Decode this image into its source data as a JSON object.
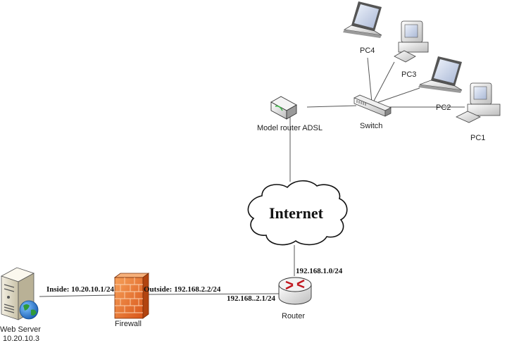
{
  "diagram": {
    "nodes": {
      "pc4": {
        "label": "PC4",
        "icon": "laptop-icon"
      },
      "pc3": {
        "label": "PC3",
        "icon": "desktop-pc-icon"
      },
      "pc2": {
        "label": "PC2",
        "icon": "laptop-icon"
      },
      "pc1": {
        "label": "PC1",
        "icon": "desktop-pc-icon"
      },
      "switch": {
        "label": "Switch",
        "icon": "switch-icon"
      },
      "adsl": {
        "label": "Model router ADSL",
        "icon": "adsl-modem-icon"
      },
      "internet": {
        "label": "Internet",
        "icon": "cloud-icon"
      },
      "router": {
        "label": "Router",
        "icon": "router-icon"
      },
      "firewall": {
        "label": "Firewall",
        "icon": "firewall-icon"
      },
      "webserver": {
        "label": "Web Server",
        "ip": "10.20.10.3",
        "icon": "server-icon"
      }
    },
    "links": {
      "inside": "Inside: 10.20.10.1/24",
      "outside": "Outside: 192.168.2.2/24",
      "router_left": "192.168..2.1/24",
      "router_top": "192.168.1.0/24"
    }
  }
}
